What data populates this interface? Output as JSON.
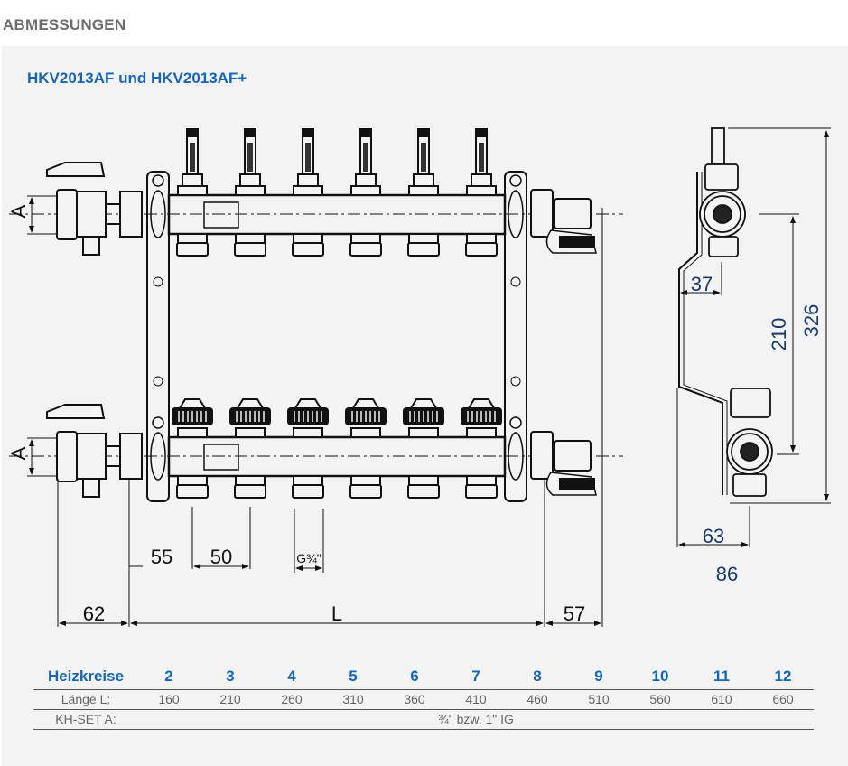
{
  "section": {
    "title": "ABMESSUNGEN"
  },
  "product": {
    "title": "HKV2013AF und HKV2013AF+"
  },
  "drawing": {
    "front_view": {
      "labels": {
        "connection_top": "A",
        "connection_bottom": "A",
        "outlet_spacing": "50",
        "first_outlet_offset": "55",
        "outlet_thread": "G¾\"",
        "left_length": "62",
        "body_length": "L",
        "right_length": "57"
      },
      "outlet_count": 6
    },
    "side_view": {
      "labels": {
        "bracket_offset": "37",
        "center_distance": "210",
        "total_height": "326",
        "depth_inner": "63",
        "depth_total": "86"
      }
    }
  },
  "spec_table": {
    "header_label": "Heizkreise",
    "heizkreise": [
      "2",
      "3",
      "4",
      "5",
      "6",
      "7",
      "8",
      "9",
      "10",
      "11",
      "12"
    ],
    "rows": [
      {
        "label": "Länge L:",
        "values": [
          "160",
          "210",
          "260",
          "310",
          "360",
          "410",
          "460",
          "510",
          "560",
          "610",
          "660"
        ]
      },
      {
        "label": "KH-SET A:",
        "merged_value": "¾\" bzw. 1\" IG"
      }
    ]
  },
  "colors": {
    "accent": "#1565b8",
    "title_gray": "#6d6d6d",
    "panel_bg": "#f3f3f3"
  }
}
